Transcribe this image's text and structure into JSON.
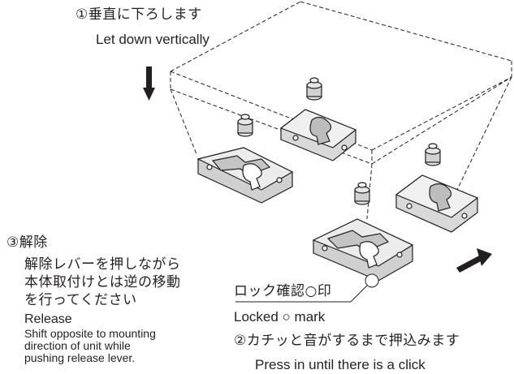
{
  "step1": {
    "jp": "①垂直に下ろします",
    "en": "Let down vertically"
  },
  "step2": {
    "jp": "②カチッと音がするまで押込みます",
    "en": "Press in until there is a click"
  },
  "step3": {
    "jp_title": "③解除",
    "jp_lines": [
      "解除レバーを押しながら",
      "本体取付けとは逆の移動",
      "を行ってください"
    ],
    "en_title": "Release",
    "en_lines": [
      "Shift opposite to mounting",
      "direction of unit while",
      "pushing release lever."
    ]
  },
  "locked_mark": {
    "jp": "ロック確認○印",
    "en": "Locked ○ mark"
  },
  "colors": {
    "ink": "#231f20",
    "plate_fill": "#ececec",
    "plate_dark": "#bdbdbd",
    "background": "#ffffff"
  },
  "icons": [
    "down-arrow-icon",
    "press-arrow-icon",
    "unit-outline",
    "mounting-plate",
    "locating-pin",
    "lock-indicator-circle"
  ]
}
